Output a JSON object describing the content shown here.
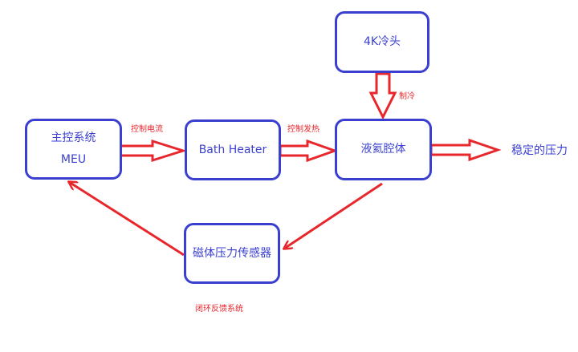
{
  "nodes": {
    "controller_line1": "主控系统",
    "controller_line2": "MEU",
    "heater": "Bath Heater",
    "cavity": "液氦腔体",
    "coldhead": "4K冷头",
    "sensor": "磁体压力传感器"
  },
  "edges": {
    "control_current": "控制电流",
    "control_heating": "控制发热",
    "cooling": "制冷",
    "loop": "闭环反馈系统"
  },
  "output": "稳定的压力",
  "colors": {
    "node_border": "#3a3fd0",
    "arrow": "#e8272d",
    "text_label": "#e8272d"
  }
}
